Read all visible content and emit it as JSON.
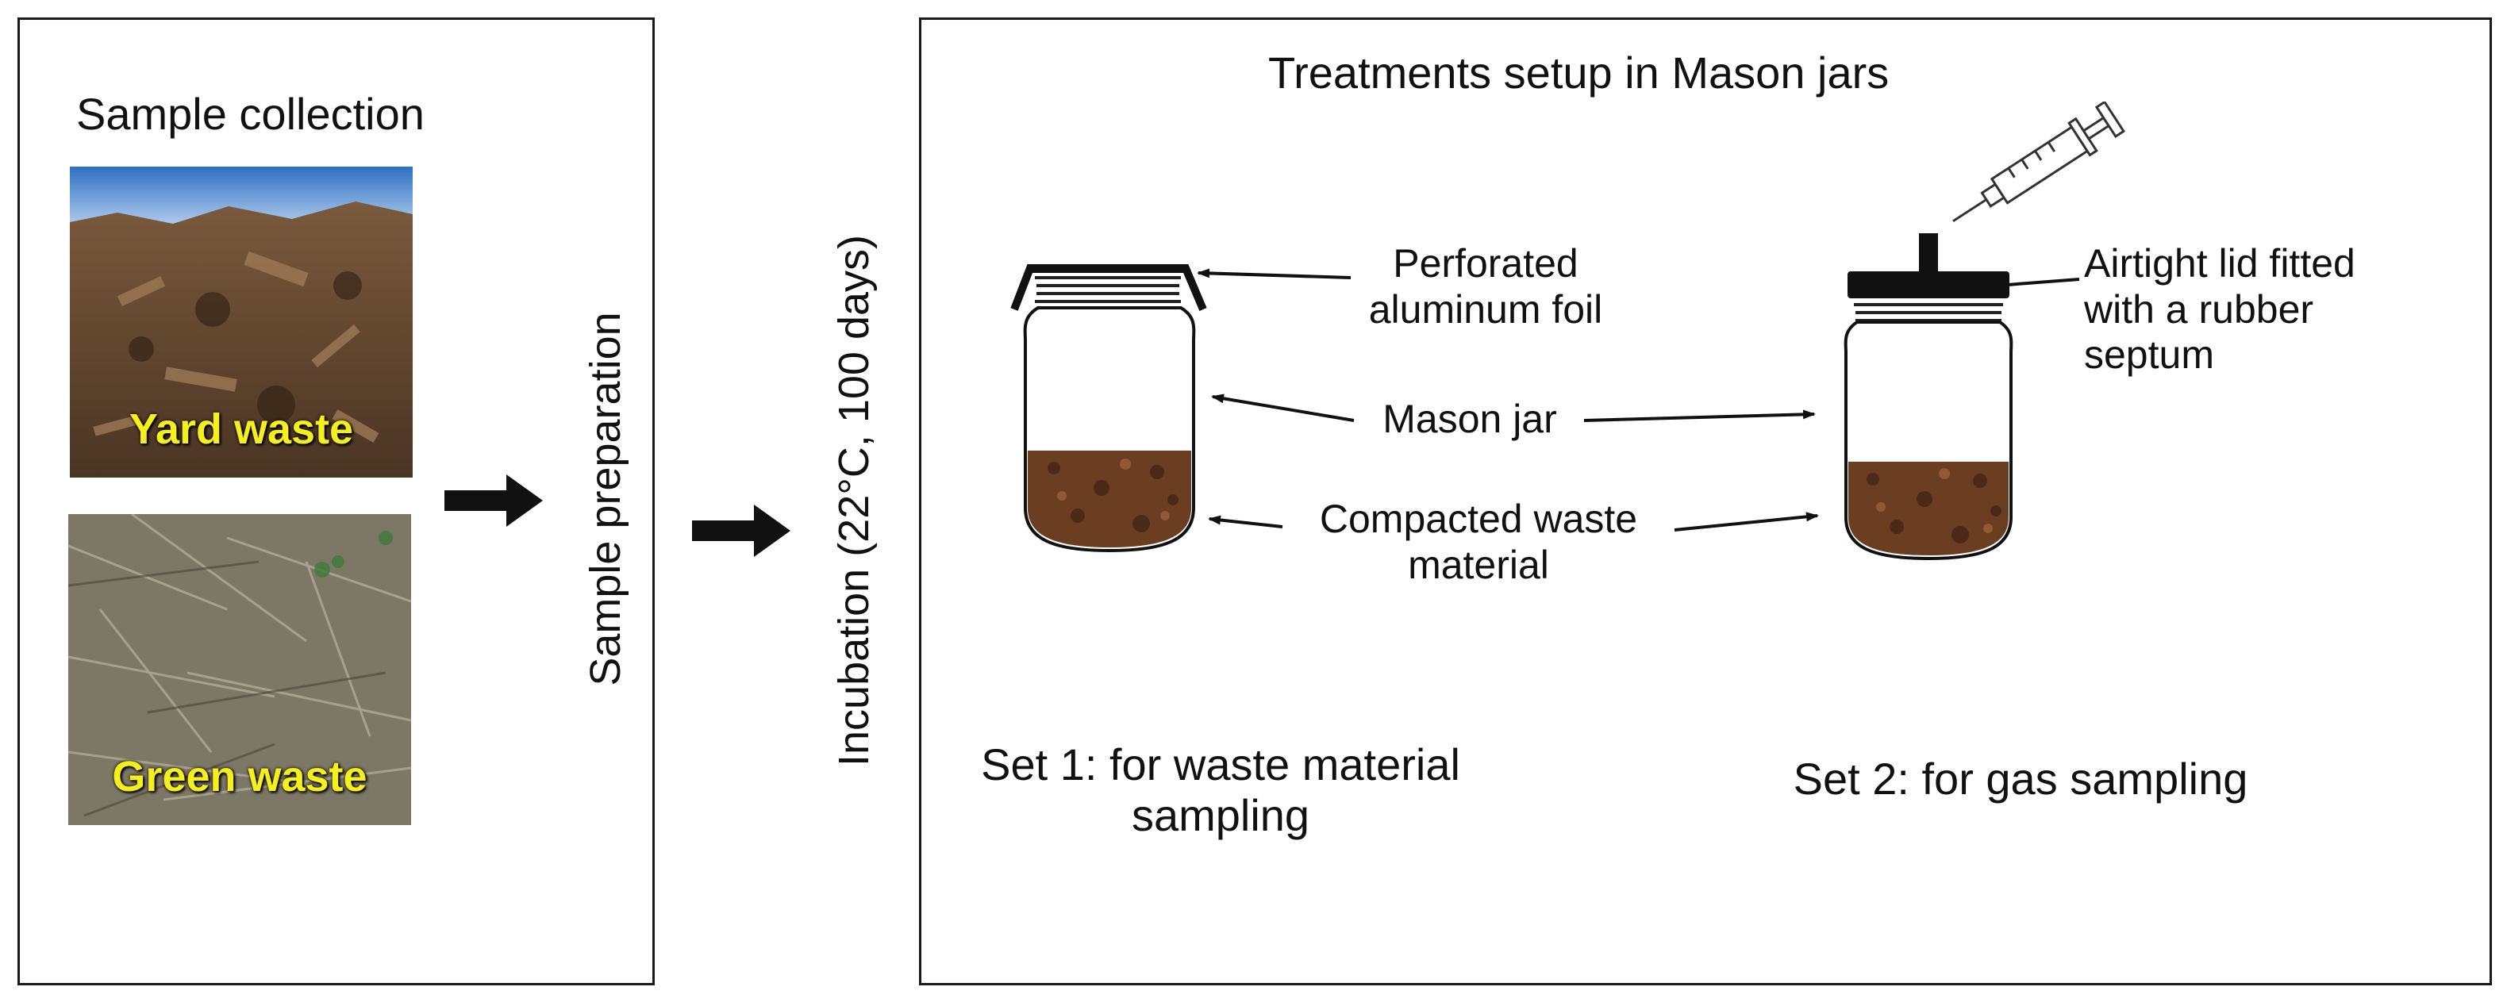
{
  "left_panel": {
    "title": "Sample collection",
    "photos": [
      {
        "label": "Yard waste"
      },
      {
        "label": "Green waste"
      }
    ]
  },
  "steps": {
    "preparation": "Sample preparation",
    "incubation": "Incubation (22°C, 100 days)"
  },
  "right_panel": {
    "title": "Treatments setup in Mason jars",
    "labels": {
      "foil": "Perforated\naluminum foil",
      "lid": "Airtight lid fitted\nwith a rubber\nseptum",
      "jar": "Mason jar",
      "waste": "Compacted waste\nmaterial"
    },
    "sets": [
      {
        "caption": "Set 1: for waste material\nsampling"
      },
      {
        "caption": "Set 2: for gas sampling"
      }
    ],
    "icons": [
      "syringe-icon",
      "mason-jar-icon"
    ]
  },
  "colors": {
    "photo_label": "#f5ef1b",
    "soil": "#6b3e22",
    "border": "#1a1a1a"
  }
}
